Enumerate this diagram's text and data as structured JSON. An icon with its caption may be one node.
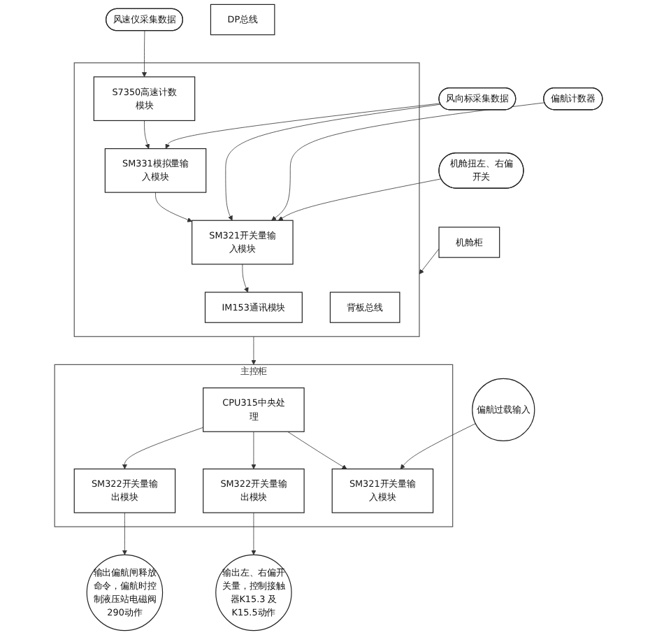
{
  "diagram": {
    "nodes": [
      {
        "text": [
          "风向标采集数据"
        ]
      },
      {
        "text": [
          "风速仪采集数据"
        ]
      },
      {
        "text": [
          "机舱扭左、右偏开关"
        ]
      },
      {
        "text": [
          "偏航计数器"
        ]
      },
      {
        "text": [
          "机舱柜"
        ]
      },
      {
        "text": [],
        "shape": "box"
      },
      {
        "text": [
          "IM153通讯模块"
        ],
        "in": 5
      },
      {
        "text": [
          "背板总线"
        ],
        "in": 5
      },
      {
        "text": [
          "SM321开关量输入模块"
        ],
        "in": 5
      },
      {
        "text": [
          "SM331模拟量输入模块"
        ],
        "in": 5
      },
      {
        "text": [
          "S7350高速计数模块"
        ],
        "in": 5
      },
      {
        "text": [
          "DP总线"
        ]
      },
      {
        "text": [
          "偏航过载输入"
        ]
      },
      {
        "text": [
          "输出左、右偏开关量，控制接触器K15.3 及K15.5动作"
        ]
      },
      {
        "text": [
          "输出偏航闸释放命令，偏航时控制液压站电磁阀290动作"
        ]
      },
      {
        "text": [
          "主控柜"
        ]
      },
      {
        "text": [
          "CPU315中央处理"
        ],
        "in": 15
      },
      {
        "text": [
          "SM321开关量输入模块"
        ],
        "in": 15
      },
      {
        "text": [
          "SM322开关量输出模块"
        ],
        "in": 15
      },
      {
        "text": [
          "SM322开关量输出模块"
        ],
        "in": 15
      }
    ],
    "edges": [
      {
        "from": 0,
        "to": 8,
        "arrow": "to"
      },
      {
        "from": 0,
        "to": 9,
        "arrow": "to"
      },
      {
        "from": 2,
        "to": 8,
        "arrow": "to"
      },
      {
        "from": 3,
        "to": 8,
        "arrow": "to"
      },
      {
        "from": 1,
        "to": 10,
        "arrow": "to"
      },
      {
        "from": 4,
        "to": 5,
        "arrow": "to"
      },
      {
        "from": 10,
        "to": 9,
        "arrow": "to"
      },
      {
        "from": 9,
        "to": 8,
        "arrow": "to"
      },
      {
        "from": 8,
        "to": 6,
        "arrow": "to"
      },
      {
        "from": 5,
        "to": 15,
        "arrow": "to"
      },
      {
        "from": 12,
        "to": 17,
        "arrow": "to"
      },
      {
        "from": 16,
        "to": 17,
        "arrow": "to"
      },
      {
        "from": 16,
        "to": 18,
        "arrow": "to"
      },
      {
        "from": 18,
        "to": 13,
        "arrow": "to"
      },
      {
        "from": 19,
        "to": 14,
        "arrow": "to"
      },
      {
        "from": 16,
        "to": 19,
        "arrow": "to"
      }
    ]
  }
}
